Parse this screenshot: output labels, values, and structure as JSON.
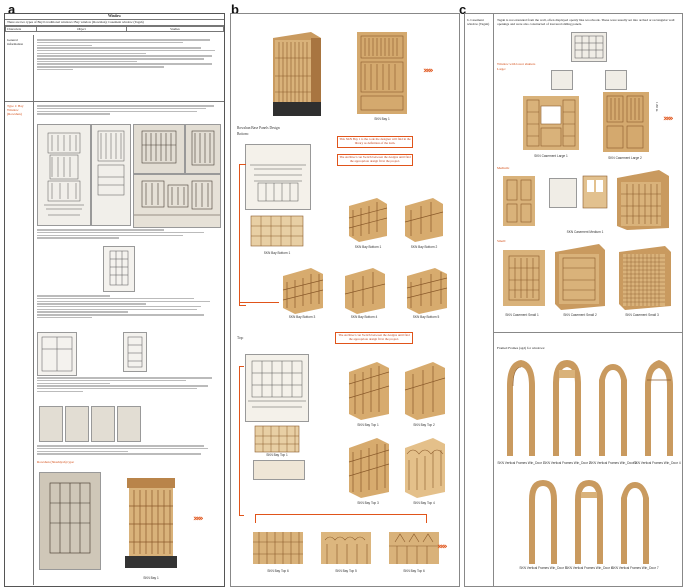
{
  "panels": {
    "a": "a",
    "b": "b",
    "c": "c"
  },
  "panel_a": {
    "title": "Window",
    "subtitle": "There are two types of Bayt's traditional windows: Bay window (Rowshan); Casement window (Tagah)",
    "header": {
      "col1": "Characters",
      "col2": "Object",
      "col3": "Studies"
    },
    "row_label": "General information",
    "type_label": "Type 1: Bay Window (Rowshan)",
    "rowshan_label": "Rowshan (Shashiyah) type:",
    "caption_bay1": "SKN Bay 1",
    "arrow": "›››››"
  },
  "panel_b": {
    "caption_bay1": "SKN Bay 1",
    "base_label": "Rowshan Base Panels Design",
    "bottom_label": "Bottom:",
    "callout1": "This SKN Bay 1 is the code the designer will find in the library as definition of the item.",
    "callout2": "The Architect can Switch between the designs until find the appropriate design fit in the project.",
    "callout3": "The Architect can Switch between the designs until find the appropriate design fit in the project.",
    "top_label": "Top:",
    "caption_bottom_ref": "SKN Bay Bottom 1",
    "bottom_captions": [
      "SKN Bay Bottom 1",
      "SKN Bay Bottom 2",
      "SKN Bay Bottom 3",
      "SKN Bay Bottom 4",
      "SKN Bay Bottom 5"
    ],
    "top_captions": [
      "SKN Bay Top 1",
      "SKN Bay Top 2",
      "SKN Bay Top 3",
      "SKN Bay Top 4"
    ],
    "top_ref_caption": "SKN Bay Top 1",
    "top_row_captions": [
      "SKN Bay Top 6",
      "SKN Bay Top 5",
      "SKN Bay Top 6"
    ],
    "arrow": "›››››"
  },
  "panel_c": {
    "type_label": "b. Casement window (Tagah)",
    "intro": "Tagah is not extended from the wall, often displayed openly like woodwork. These were usually set into arched or rectangular wall openings and were also constructed of louvered sliding panels.",
    "window_section": "Window with lower shutters",
    "large_label": "Large:",
    "medium_label": "Medium:",
    "small_label": "Small:",
    "dim_label": "1.80 m",
    "large_captions": [
      "SKN Casement Large 1",
      "SKN Casement Large 2"
    ],
    "medium_caption": "SKN Casement Medium 1",
    "small_captions": [
      "SKN Casement Small 1",
      "SKN Casement Small 2",
      "SKN Casement Small 3"
    ],
    "framed_title": "Framed Frames (agd) for windows:",
    "frame_captions": [
      "SKN Vertical Frames Win_Door 1",
      "SKN Vertical Frames Win_Door 2",
      "SKN Vertical Frames Win_Door 3",
      "SKN Vertical Frames Win_Door 4"
    ],
    "frame_captions_2": [
      "SKN Vertical Frames Win_Door 5",
      "SKN Vertical Frames Win_Door 6",
      "SKN Vertical Frames Win_Door 7"
    ],
    "arrow": "›››››"
  },
  "colors": {
    "wood_light": "#d9b27a",
    "wood_mid": "#c08a4c",
    "wood_dark": "#8a5a2b",
    "accent": "#e0541a"
  }
}
